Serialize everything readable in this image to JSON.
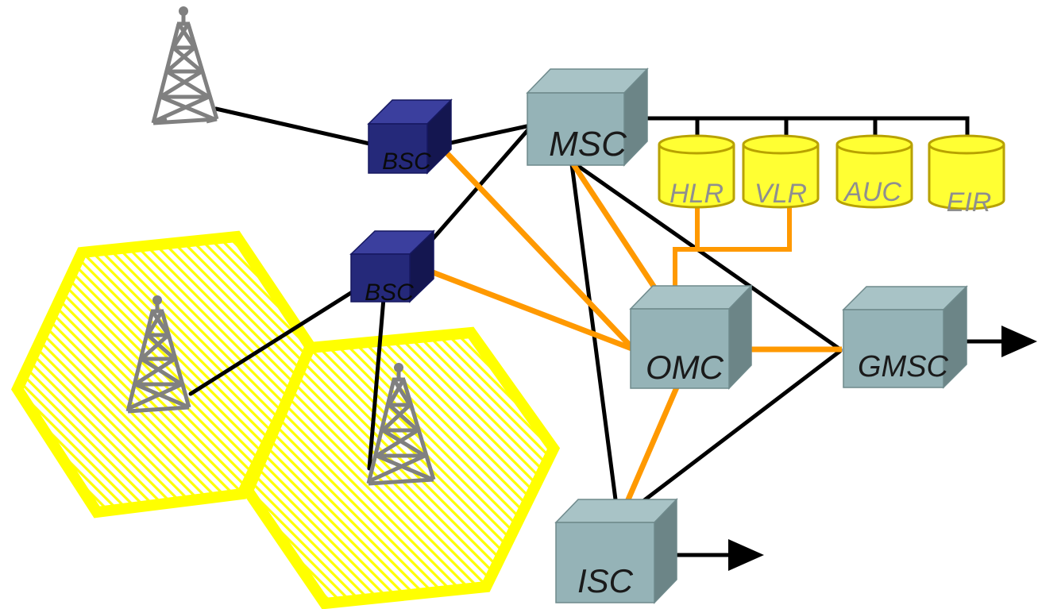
{
  "nodes": {
    "msc": "MSC",
    "bsc_top": "BSC",
    "bsc_bottom": "BSC",
    "omc": "OMC",
    "gmsc": "GMSC",
    "isc": "ISC"
  },
  "databases": {
    "hlr": "HLR",
    "vlr": "VLR",
    "auc": "AUC",
    "eir": "EIR"
  },
  "colors": {
    "signal_link": "#000000",
    "oam_link": "#ff9900",
    "switch_box": "#95b3b7",
    "bsc_box": "#25297a",
    "database": "#ffff33",
    "cell": "#ffff00",
    "tower": "#808080"
  },
  "icons": [
    "cell-tower-icon",
    "hexagon-cell-icon",
    "database-cylinder-icon",
    "arrow-right-icon"
  ]
}
